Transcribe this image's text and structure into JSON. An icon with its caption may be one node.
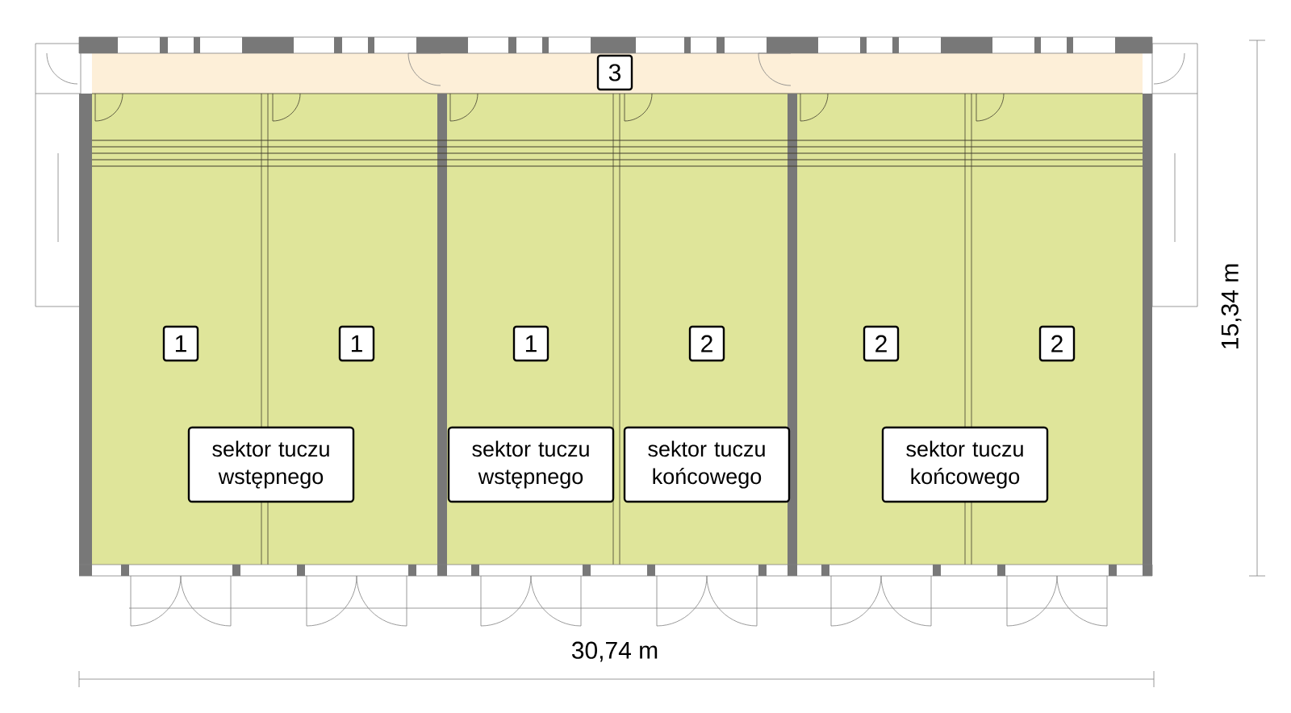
{
  "diagram": {
    "nodes": [
      {
        "text": [
          "3"
        ]
      },
      {
        "text": [
          "1"
        ]
      },
      {
        "text": [
          "1"
        ]
      },
      {
        "text": [
          "1"
        ]
      },
      {
        "text": [
          "2"
        ]
      },
      {
        "text": [
          "2"
        ]
      },
      {
        "text": [
          "2"
        ]
      },
      {
        "text": [
          "sektor tuczu wstępnego"
        ]
      },
      {
        "text": [
          "sektor tuczu wstępnego"
        ]
      },
      {
        "text": [
          "sektor tuczu końcowego"
        ]
      },
      {
        "text": [
          "sektor tuczu końcowego"
        ]
      }
    ],
    "edges": [],
    "labels": [
      "30,74 m",
      "15,34 m"
    ]
  }
}
